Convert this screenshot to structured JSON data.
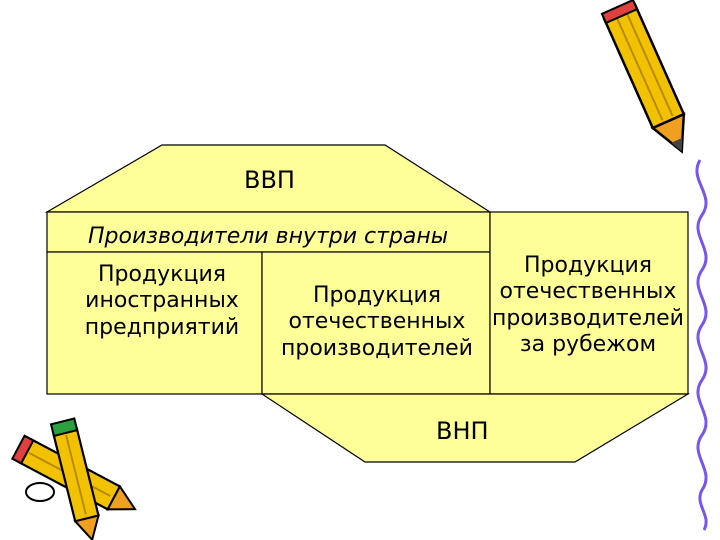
{
  "diagram": {
    "gdp_label": "ВВП",
    "inside_country_label": "Производители внутри страны",
    "foreign_enterprises_lines": [
      "Продукция",
      "иностранных",
      "предприятий"
    ],
    "domestic_producers_lines": [
      "Продукция",
      "отечественных",
      "производителей"
    ],
    "domestic_abroad_lines": [
      "Продукция",
      "отечественных",
      "производителей",
      "за рубежом"
    ],
    "gnp_label": "ВНП"
  },
  "colors": {
    "fill": "#ffff99",
    "stroke": "#000000",
    "pencil_yellow": "#f2c200",
    "pencil_tip": "#f0a020",
    "eraser": "#e04040",
    "squiggle": "#7755ee"
  }
}
